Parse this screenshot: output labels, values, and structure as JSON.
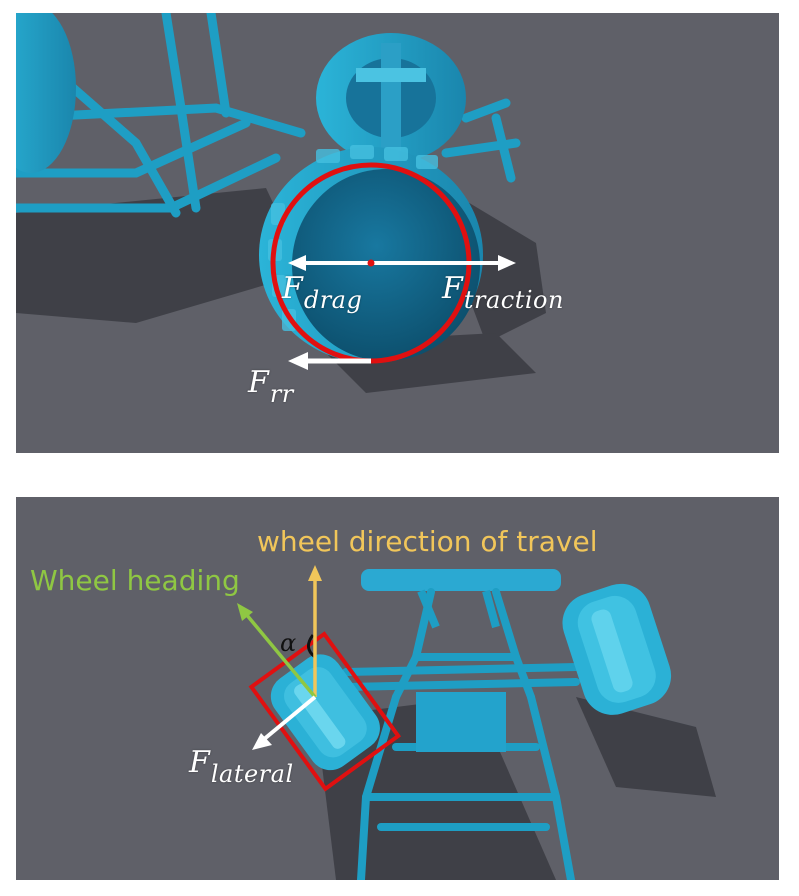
{
  "top_panel": {
    "labels": {
      "drag": {
        "main": "F",
        "sub": "drag"
      },
      "traction": {
        "main": "F",
        "sub": "traction"
      },
      "rolling_resistance": {
        "main": "F",
        "sub": "rr"
      }
    }
  },
  "bottom_panel": {
    "labels": {
      "wheel_direction": "wheel direction of travel",
      "wheel_heading": "Wheel heading",
      "slip_angle": "α",
      "lateral": {
        "main": "F",
        "sub": "lateral"
      }
    }
  },
  "colors": {
    "background": "#5f6068",
    "vehicle": "#1e9ec4",
    "wheel_outline": "#e01010",
    "force_arrow": "#ffffff",
    "direction_arrow": "#f1c65a",
    "heading_arrow": "#8fc743"
  }
}
